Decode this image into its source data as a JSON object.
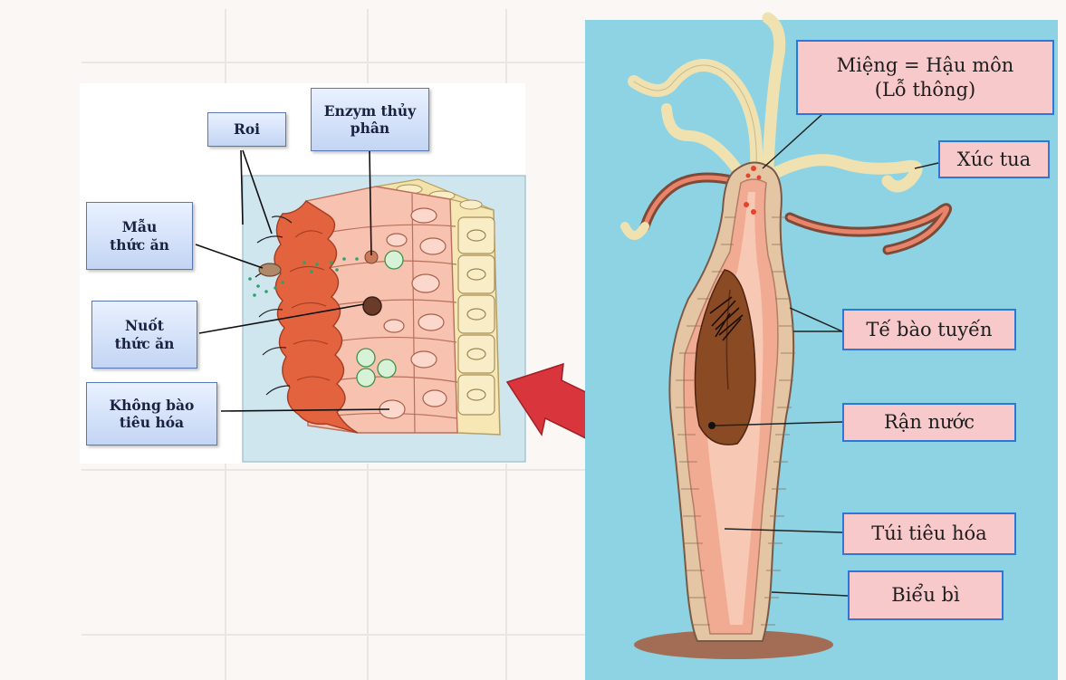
{
  "colors": {
    "left_panel_bg": "#cfe6ef",
    "right_panel_bg": "#8dd3e3",
    "tissue_red": "#e4633f",
    "cell_pink": "#f7c2b0",
    "cell_cream": "#f6e7b5",
    "hydra_body": "#f2ab93",
    "prey_brown": "#8a4a24",
    "arrow_red": "#d8353d"
  },
  "left_labels": {
    "roi": "Roi",
    "enzym": "Enzym thủy\nphân",
    "mau_thuc_an": "Mẫu\nthức ăn",
    "nuot_thuc_an": "Nuốt\nthức ăn",
    "khong_bao": "Không bào\ntiêu hóa"
  },
  "right_labels": {
    "mieng": "Miệng = Hậu môn\n(Lỗ thông)",
    "xuc_tua": "Xúc tua",
    "te_bao_tuyen": "Tế bào tuyến",
    "ran_nuoc": "Rận nước",
    "tui_tieu_hoa": "Túi tiêu hóa",
    "bieu_bi": "Biểu bì"
  }
}
